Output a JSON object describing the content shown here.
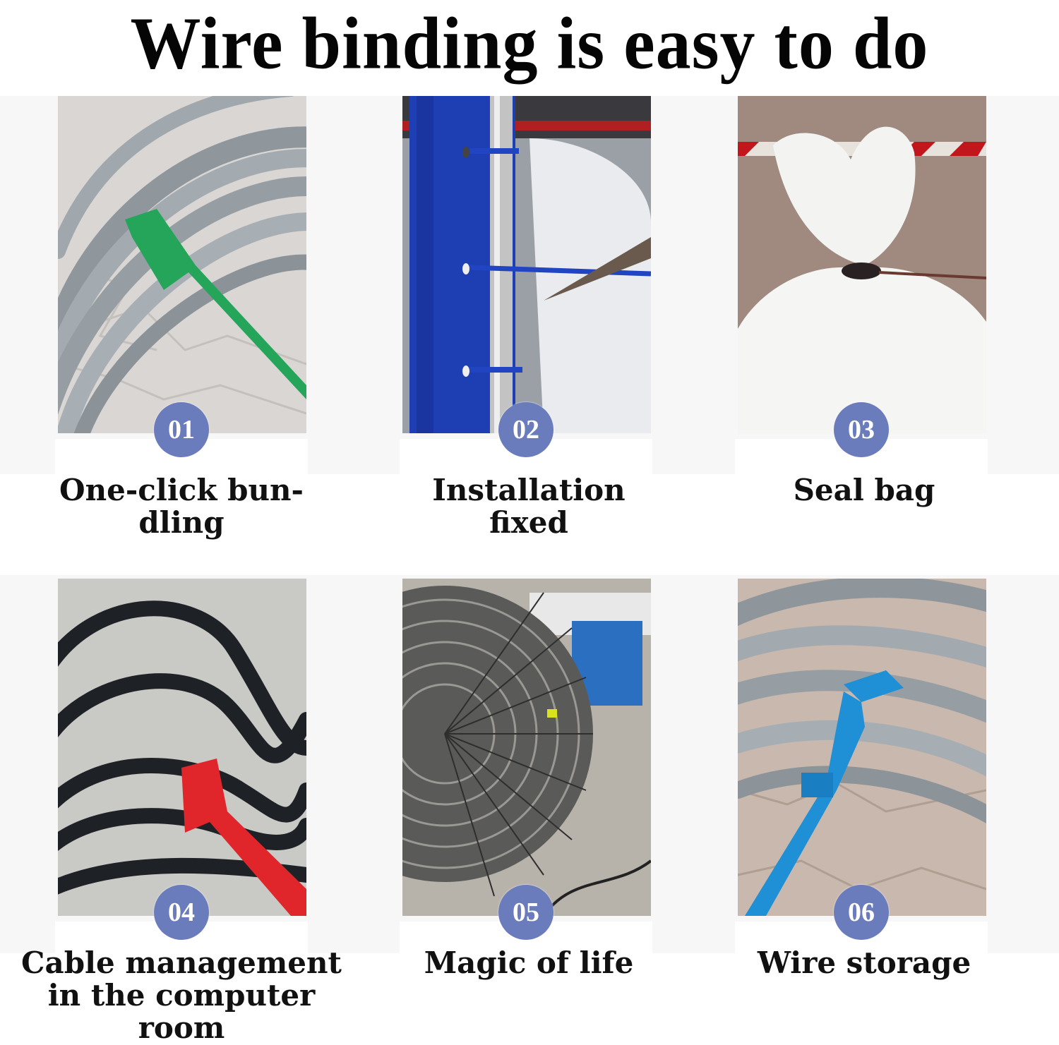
{
  "title": "Wire binding is easy to do",
  "accent_color": "#6b7cbc",
  "items": [
    {
      "number": "01",
      "caption": "One-click bun-\ndling",
      "caption_line1": "One-click bun-",
      "caption_line2": "dling",
      "caption_line3": "",
      "photo": "gray cables bundled with green cable tie on terrazzo floor",
      "tie_color": "#22a55a"
    },
    {
      "number": "02",
      "caption_line1": "Installation",
      "caption_line2": "fixed",
      "caption_line3": "",
      "photo": "blue shelving post with blue cable ties and scissors",
      "tie_color": "#1f3fb0"
    },
    {
      "number": "03",
      "caption_line1": "Seal bag",
      "caption_line2": "",
      "caption_line3": "",
      "photo": "white woven sack sealed with black cable tie",
      "tie_color": "#2a2222"
    },
    {
      "number": "04",
      "caption_line1": "Cable management",
      "caption_line2": "in the computer",
      "caption_line3": "room",
      "photo": "black cables bundled with red cable tie",
      "tie_color": "#e0262b"
    },
    {
      "number": "05",
      "caption_line1": "Magic of life",
      "caption_line2": "",
      "caption_line3": "",
      "photo": "electric fan guard fixed with yellow cable tie",
      "tie_color": "#d9e21c"
    },
    {
      "number": "06",
      "caption_line1": "Wire storage",
      "caption_line2": "",
      "caption_line3": "",
      "photo": "gray cables bundled with blue cable tie",
      "tie_color": "#1f8fd6"
    }
  ]
}
